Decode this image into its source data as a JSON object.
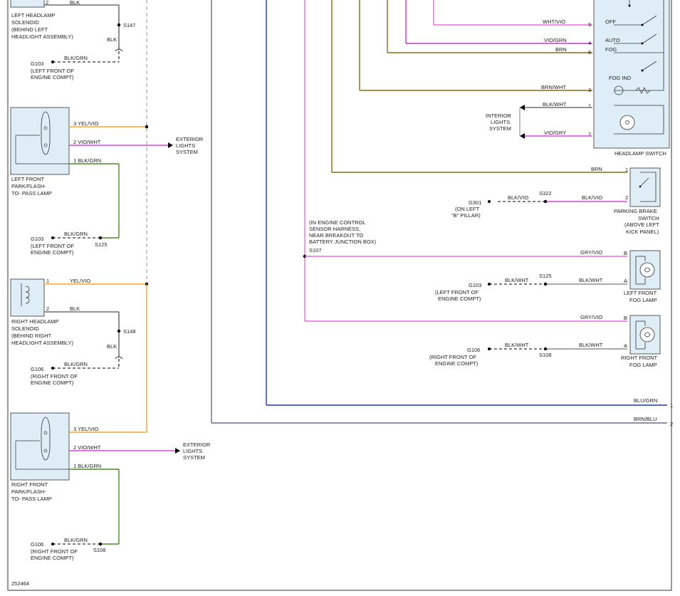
{
  "diagram_id": "252464",
  "left_headlamp_solenoid": {
    "pin2": "2",
    "wire": "BLK",
    "name": [
      "LEFT HEADLAMP",
      "SOLENOID",
      "(BEHIND LEFT",
      "HEADLIGHT ASSEMBLY)"
    ],
    "splice": "S147",
    "splice_wire": "BLK",
    "ground_wire": "BLK/GRN",
    "ground": "G103",
    "ground_loc": [
      "(LEFT FRONT OF",
      "ENGINE COMPT)"
    ]
  },
  "left_front_park": {
    "pin3": "3 YEL/VIO",
    "pin2": "2 VIO/WHT",
    "pin1": "1 BLK/GRN",
    "name": [
      "LEFT FRONT",
      "PARK/FLASH-",
      "TO- PASS LAMP"
    ],
    "ext": [
      "EXTERIOR",
      "LIGHTS",
      "SYSTEM"
    ],
    "ground_wire": "BLK/GRN",
    "ground": "G103",
    "ground_loc": [
      "(LEFT FRONT OF",
      "ENGINE COMPT)"
    ],
    "splice": "S125"
  },
  "right_headlamp_solenoid": {
    "pin1": "1",
    "wire1": "YEL/VIO",
    "pin2": "2",
    "wire2": "BLK",
    "name": [
      "RIGHT HEADLAMP",
      "SOLENOID",
      "(BEHIND RIGHT",
      "HEADLIGHT ASSEMBLY)"
    ],
    "splice": "S148",
    "splice_wire": "BLK",
    "ground_wire": "BLK/GRN",
    "ground": "G106",
    "ground_loc": [
      "(RIGHT FRONT OF",
      "ENGINE COMPT)"
    ]
  },
  "right_front_park": {
    "pin3": "3 YEL/VIO",
    "pin2": "2 VIO/WHT",
    "pin1": "1 BLK/GRN",
    "name": [
      "RIGHT FRONT",
      "PARK/FLASH-",
      "TO- PASS LAMP"
    ],
    "ext": [
      "EXTERIOR",
      "LIGHTS",
      "SYSTEM"
    ],
    "ground_wire": "BLK/GRN",
    "ground": "G106",
    "ground_loc": [
      "(RIGHT FRONT OF",
      "ENGINE COMPT)"
    ],
    "splice": "S108"
  },
  "headlamp_switch": {
    "name": "HEADLAMP SWITCH",
    "wires": [
      {
        "wire": "WHT/VIO",
        "pin": "9",
        "label": "OFF"
      },
      {
        "wire": "VIO/GRN",
        "pin": "4",
        "label": "AUTO"
      },
      {
        "wire": "BRN",
        "pin": "6",
        "label": "FOG"
      },
      {
        "wire": "BRN/WHT",
        "pin": "3",
        "label": "FOG IND"
      },
      {
        "wire": "BLK/WHT",
        "pin": "1",
        "label": ""
      },
      {
        "wire": "VIO/GRY",
        "pin": "2",
        "label": ""
      }
    ],
    "interior": [
      "INTERIOR",
      "LIGHTS",
      "SYSTEM"
    ]
  },
  "parking_brake": {
    "wire_top": "BRN",
    "pin1": "1",
    "pin2": "2",
    "wire_right": "BLK/VIO",
    "wire_left": "BLK/VIO",
    "splice": "S322",
    "ground": "G301",
    "ground_loc": [
      "(ON LEFT",
      "\"B\" PILLAR)"
    ],
    "name": [
      "PARKING BRAKE",
      "SWITCH",
      "(ABOVE LEFT",
      "KICK PANEL)"
    ]
  },
  "s107_note": [
    "(IN ENGINE CONTROL",
    "SENSOR HARNESS,",
    "NEAR BREAKOUT TO",
    "BATTERY JUNCTION BOX)",
    "S107"
  ],
  "left_fog": {
    "wire": "GRY/VIO",
    "pinB": "B",
    "pinA": "A",
    "wire_a": "BLK/WHT",
    "ground_wire": "BLK/WHT",
    "splice": "S125",
    "ground": "G103",
    "ground_loc": [
      "(LEFT FRONT OF",
      "ENGINE COMPT)"
    ],
    "name": [
      "LEFT FRONT",
      "FOG LAMP"
    ]
  },
  "right_fog": {
    "wire": "GRY/VIO",
    "pinB": "B",
    "pinA": "A",
    "wire_a": "BLK/WHT",
    "ground_wire": "BLK/WHT",
    "splice": "S108",
    "ground": "G106",
    "ground_loc": [
      "(RIGHT FRONT OF",
      "ENGINE COMPT)"
    ],
    "name": [
      "RIGHT FRONT",
      "FOG LAMP"
    ]
  },
  "bottom_wires": [
    {
      "wire": "BLU/GRN",
      "pin": "1"
    },
    {
      "wire": "BRN/BLU",
      "pin": "2"
    }
  ],
  "colors": {
    "yel_vio": "#f5a623",
    "vio": "#e040e0",
    "grn": "#4a8a2a",
    "brn": "#8a6a1a",
    "blu": "#1a3aaa",
    "brn_blu": "#6a6a8a",
    "pink": "#f06ad8"
  }
}
